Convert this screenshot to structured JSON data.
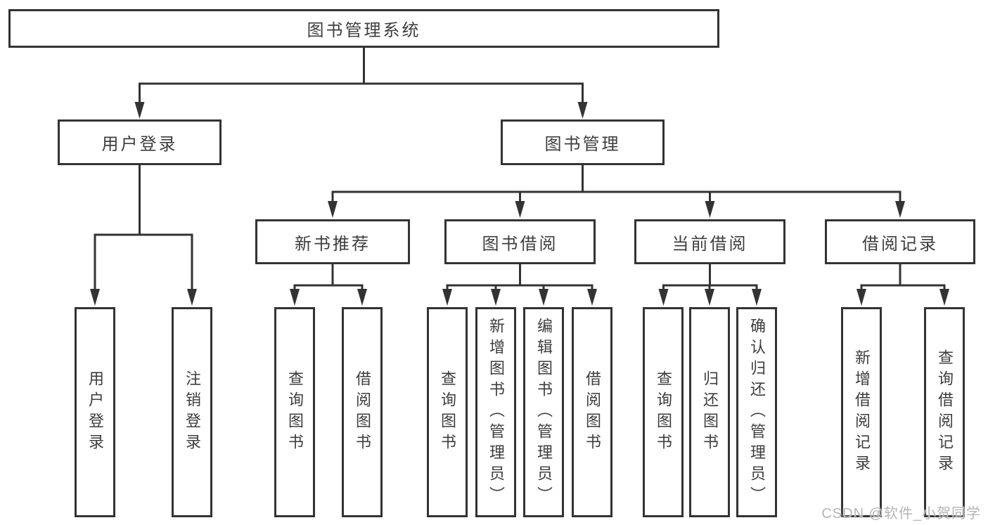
{
  "diagram": {
    "watermark": "CSDN @软件_小贺同学",
    "colors": {
      "line": "#333333",
      "border": "#333333",
      "text": "#3d3d3d",
      "watermark": "#b5b5b5",
      "background": "#ffffff"
    },
    "tree": {
      "root": {
        "label": "图书管理系统",
        "children": [
          {
            "label": "用户登录",
            "children": [
              {
                "label": "用户登录"
              },
              {
                "label": "注销登录"
              }
            ]
          },
          {
            "label": "图书管理",
            "children": [
              {
                "label": "新书推荐",
                "children": [
                  {
                    "label": "查询图书"
                  },
                  {
                    "label": "借阅图书"
                  }
                ]
              },
              {
                "label": "图书借阅",
                "children": [
                  {
                    "label": "查询图书"
                  },
                  {
                    "label": "新增图书（管理员）"
                  },
                  {
                    "label": "编辑图书（管理员）"
                  },
                  {
                    "label": "借阅图书"
                  }
                ]
              },
              {
                "label": "当前借阅",
                "children": [
                  {
                    "label": "查询图书"
                  },
                  {
                    "label": "归还图书"
                  },
                  {
                    "label": "确认归还（管理员）"
                  }
                ]
              },
              {
                "label": "借阅记录",
                "children": [
                  {
                    "label": "新增借阅记录"
                  },
                  {
                    "label": "查询借阅记录"
                  }
                ]
              }
            ]
          }
        ]
      }
    }
  }
}
